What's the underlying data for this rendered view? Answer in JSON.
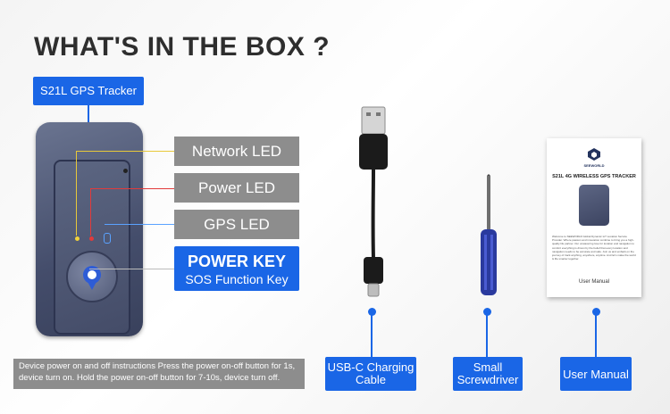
{
  "title": "WHAT'S IN THE BOX ?",
  "device_label": "S21L GPS Tracker",
  "callouts": {
    "network_led": "Network LED",
    "power_led": "Power LED",
    "gps_led": "GPS LED",
    "power_key": "POWER KEY",
    "sos_key": "SOS Function Key"
  },
  "note": "Device power on and off instructions Press the power on-off button for 1s, device turn on. Hold the power on-off button for 7-10s, device turn off.",
  "items": [
    {
      "label": "USB-C Charging Cable"
    },
    {
      "label": "Small Screwdriver"
    },
    {
      "label": "User Manual"
    }
  ],
  "manual": {
    "brand": "SEEWORLD",
    "heading": "S21L 4G WIRELESS GPS TRACKER",
    "body": "Welcome to SEEWORLD Global Dynamic IoT Location Service Provider. Where passion and innovation combine to bring you a high-quality life partner. Our unwavering love for location and navigation to comfort everything is driven by the belief that every location and navigation needs to be accurate and safe. Join us and embark on the journey of track anything, anywhere, anytime. And let's make the world & life smarter together.",
    "footer": "User Manual"
  },
  "colors": {
    "accent": "#1a66e6",
    "tag_gray": "#8d8d8d",
    "device": "#4a5372"
  }
}
